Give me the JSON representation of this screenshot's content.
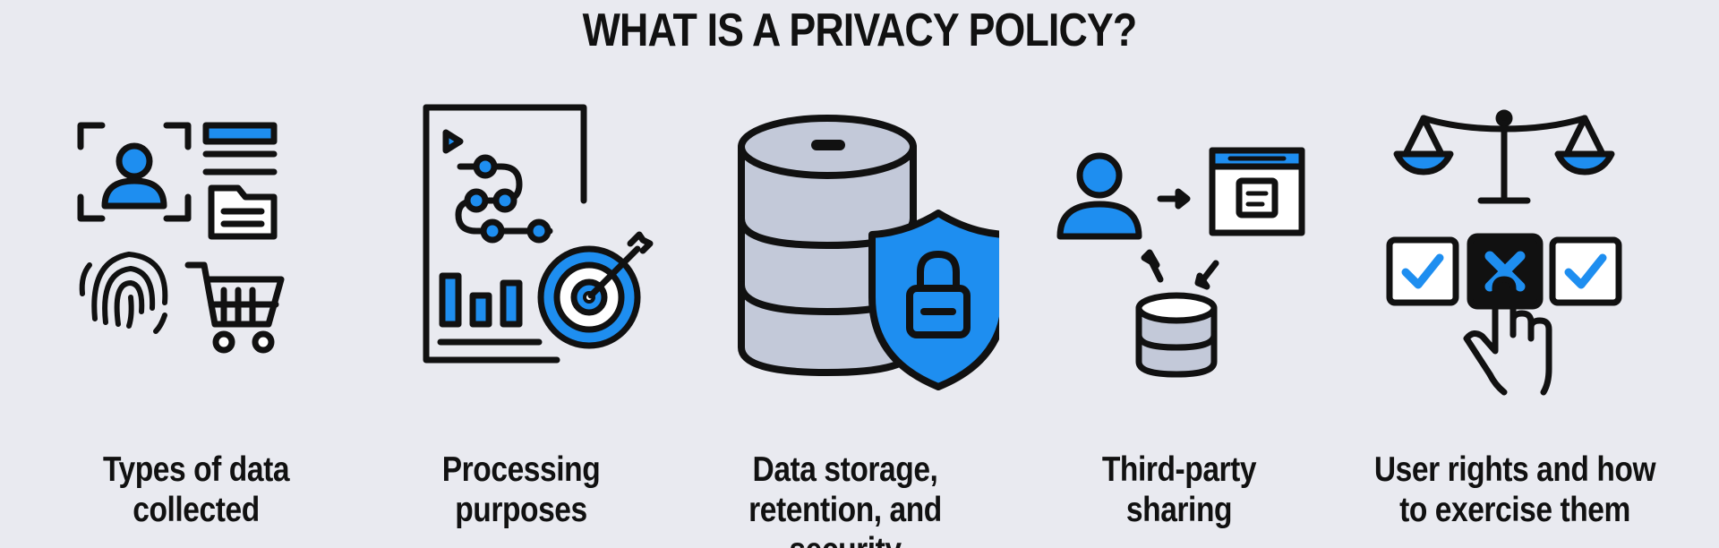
{
  "title": "WHAT IS A PRIVACY POLICY?",
  "colors": {
    "background": "#e9eaf0",
    "accent": "#1e8ef0",
    "stroke": "#111111",
    "fill_light": "#c3c9d9",
    "fill_white": "#ffffff"
  },
  "items": [
    {
      "icon": "data-collection-icon",
      "caption_lines": [
        "Types of data",
        "collected"
      ]
    },
    {
      "icon": "processing-purposes-icon",
      "caption_lines": [
        "Processing",
        "purposes"
      ]
    },
    {
      "icon": "database-shield-icon",
      "caption_lines": [
        "Data storage,",
        "retention, and security"
      ]
    },
    {
      "icon": "third-party-sharing-icon",
      "caption_lines": [
        "Third-party",
        "sharing"
      ]
    },
    {
      "icon": "user-rights-icon",
      "caption_lines": [
        "User rights and how",
        "to exercise them"
      ]
    }
  ]
}
